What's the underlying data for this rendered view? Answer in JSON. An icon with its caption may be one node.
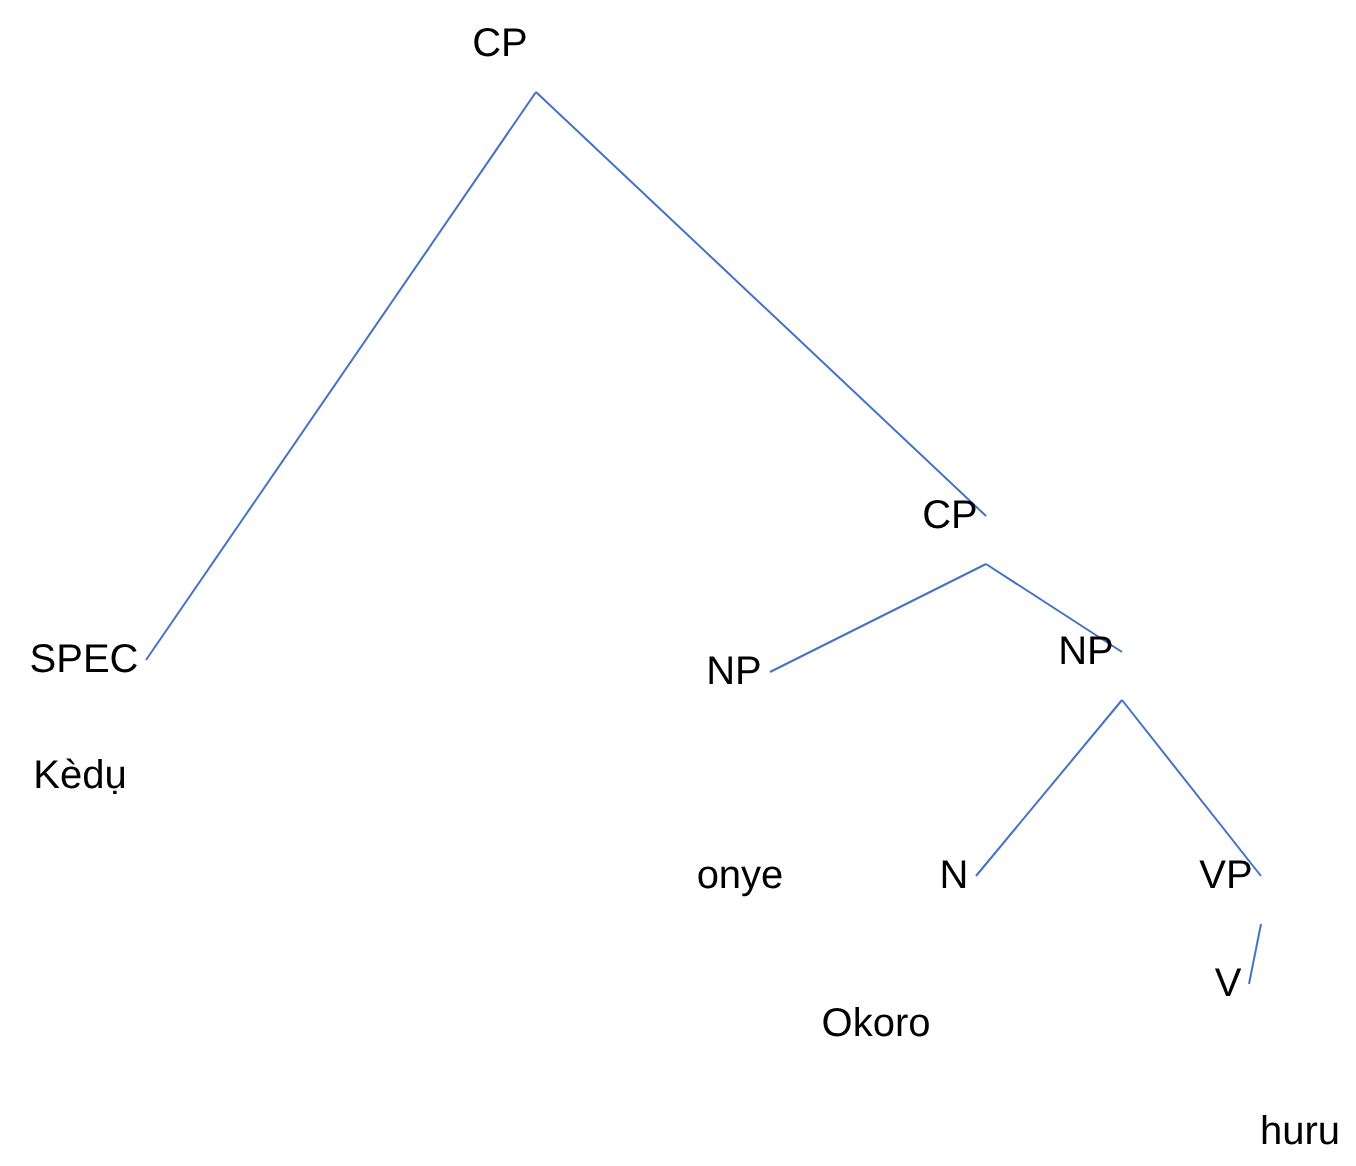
{
  "diagram": {
    "nodes": [
      {
        "text": [
          "CP"
        ]
      },
      {
        "text": [
          "SPEC"
        ]
      },
      {
        "text": [
          "CP"
        ]
      },
      {
        "text": [
          "NP"
        ]
      },
      {
        "text": [
          "NP"
        ]
      },
      {
        "text": [
          "N"
        ]
      },
      {
        "text": [
          "VP"
        ]
      },
      {
        "text": [
          "V"
        ]
      }
    ],
    "edges": [
      {
        "from": 0,
        "to": 1,
        "arrow": "none"
      },
      {
        "from": 0,
        "to": 2,
        "arrow": "none"
      },
      {
        "from": 2,
        "to": 3,
        "arrow": "none"
      },
      {
        "from": 2,
        "to": 4,
        "arrow": "none"
      },
      {
        "from": 4,
        "to": 5,
        "arrow": "none"
      },
      {
        "from": 4,
        "to": 6,
        "arrow": "none"
      },
      {
        "from": 6,
        "to": 7,
        "arrow": "none"
      }
    ],
    "labels": [
      "Kèdụ",
      "onye",
      "Okoro",
      "huru"
    ]
  }
}
